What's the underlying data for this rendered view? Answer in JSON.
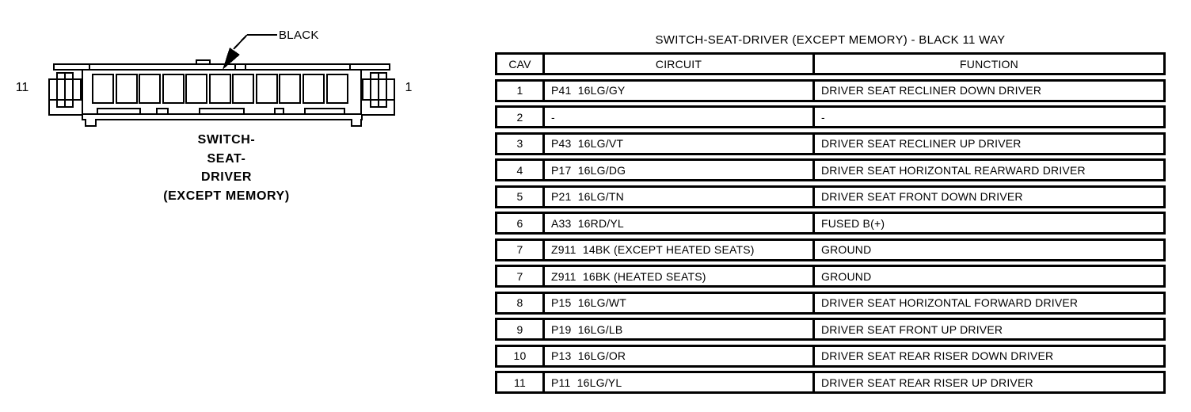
{
  "page": {
    "paper_color": "#ffffff",
    "ink_color": "#000000"
  },
  "connector": {
    "color_label": "BLACK",
    "pin_start": "11",
    "pin_end": "1",
    "cavity_count": 11,
    "caption_lines": [
      "SWITCH-",
      "SEAT-",
      "DRIVER",
      "(EXCEPT MEMORY)"
    ]
  },
  "pinout_table": {
    "title": "SWITCH-SEAT-DRIVER (EXCEPT MEMORY) - BLACK 11 WAY",
    "headers": [
      "CAV",
      "CIRCUIT",
      "FUNCTION"
    ],
    "rows": [
      {
        "cav": "1",
        "circuit": "P41  16LG/GY",
        "function": "DRIVER SEAT RECLINER DOWN DRIVER"
      },
      {
        "cav": "2",
        "circuit": "-",
        "function": "-"
      },
      {
        "cav": "3",
        "circuit": "P43  16LG/VT",
        "function": "DRIVER SEAT RECLINER UP DRIVER"
      },
      {
        "cav": "4",
        "circuit": "P17  16LG/DG",
        "function": "DRIVER SEAT HORIZONTAL REARWARD DRIVER"
      },
      {
        "cav": "5",
        "circuit": "P21  16LG/TN",
        "function": "DRIVER SEAT FRONT DOWN DRIVER"
      },
      {
        "cav": "6",
        "circuit": "A33  16RD/YL",
        "function": "FUSED B(+)"
      },
      {
        "cav": "7",
        "circuit": "Z911  14BK (EXCEPT HEATED SEATS)",
        "function": "GROUND"
      },
      {
        "cav": "7",
        "circuit": "Z911  16BK (HEATED SEATS)",
        "function": "GROUND"
      },
      {
        "cav": "8",
        "circuit": "P15  16LG/WT",
        "function": "DRIVER SEAT HORIZONTAL FORWARD DRIVER"
      },
      {
        "cav": "9",
        "circuit": "P19  16LG/LB",
        "function": "DRIVER SEAT FRONT UP DRIVER"
      },
      {
        "cav": "10",
        "circuit": "P13  16LG/OR",
        "function": "DRIVER SEAT REAR RISER DOWN DRIVER"
      },
      {
        "cav": "11",
        "circuit": "P11  16LG/YL",
        "function": "DRIVER SEAT REAR RISER UP DRIVER"
      }
    ]
  }
}
